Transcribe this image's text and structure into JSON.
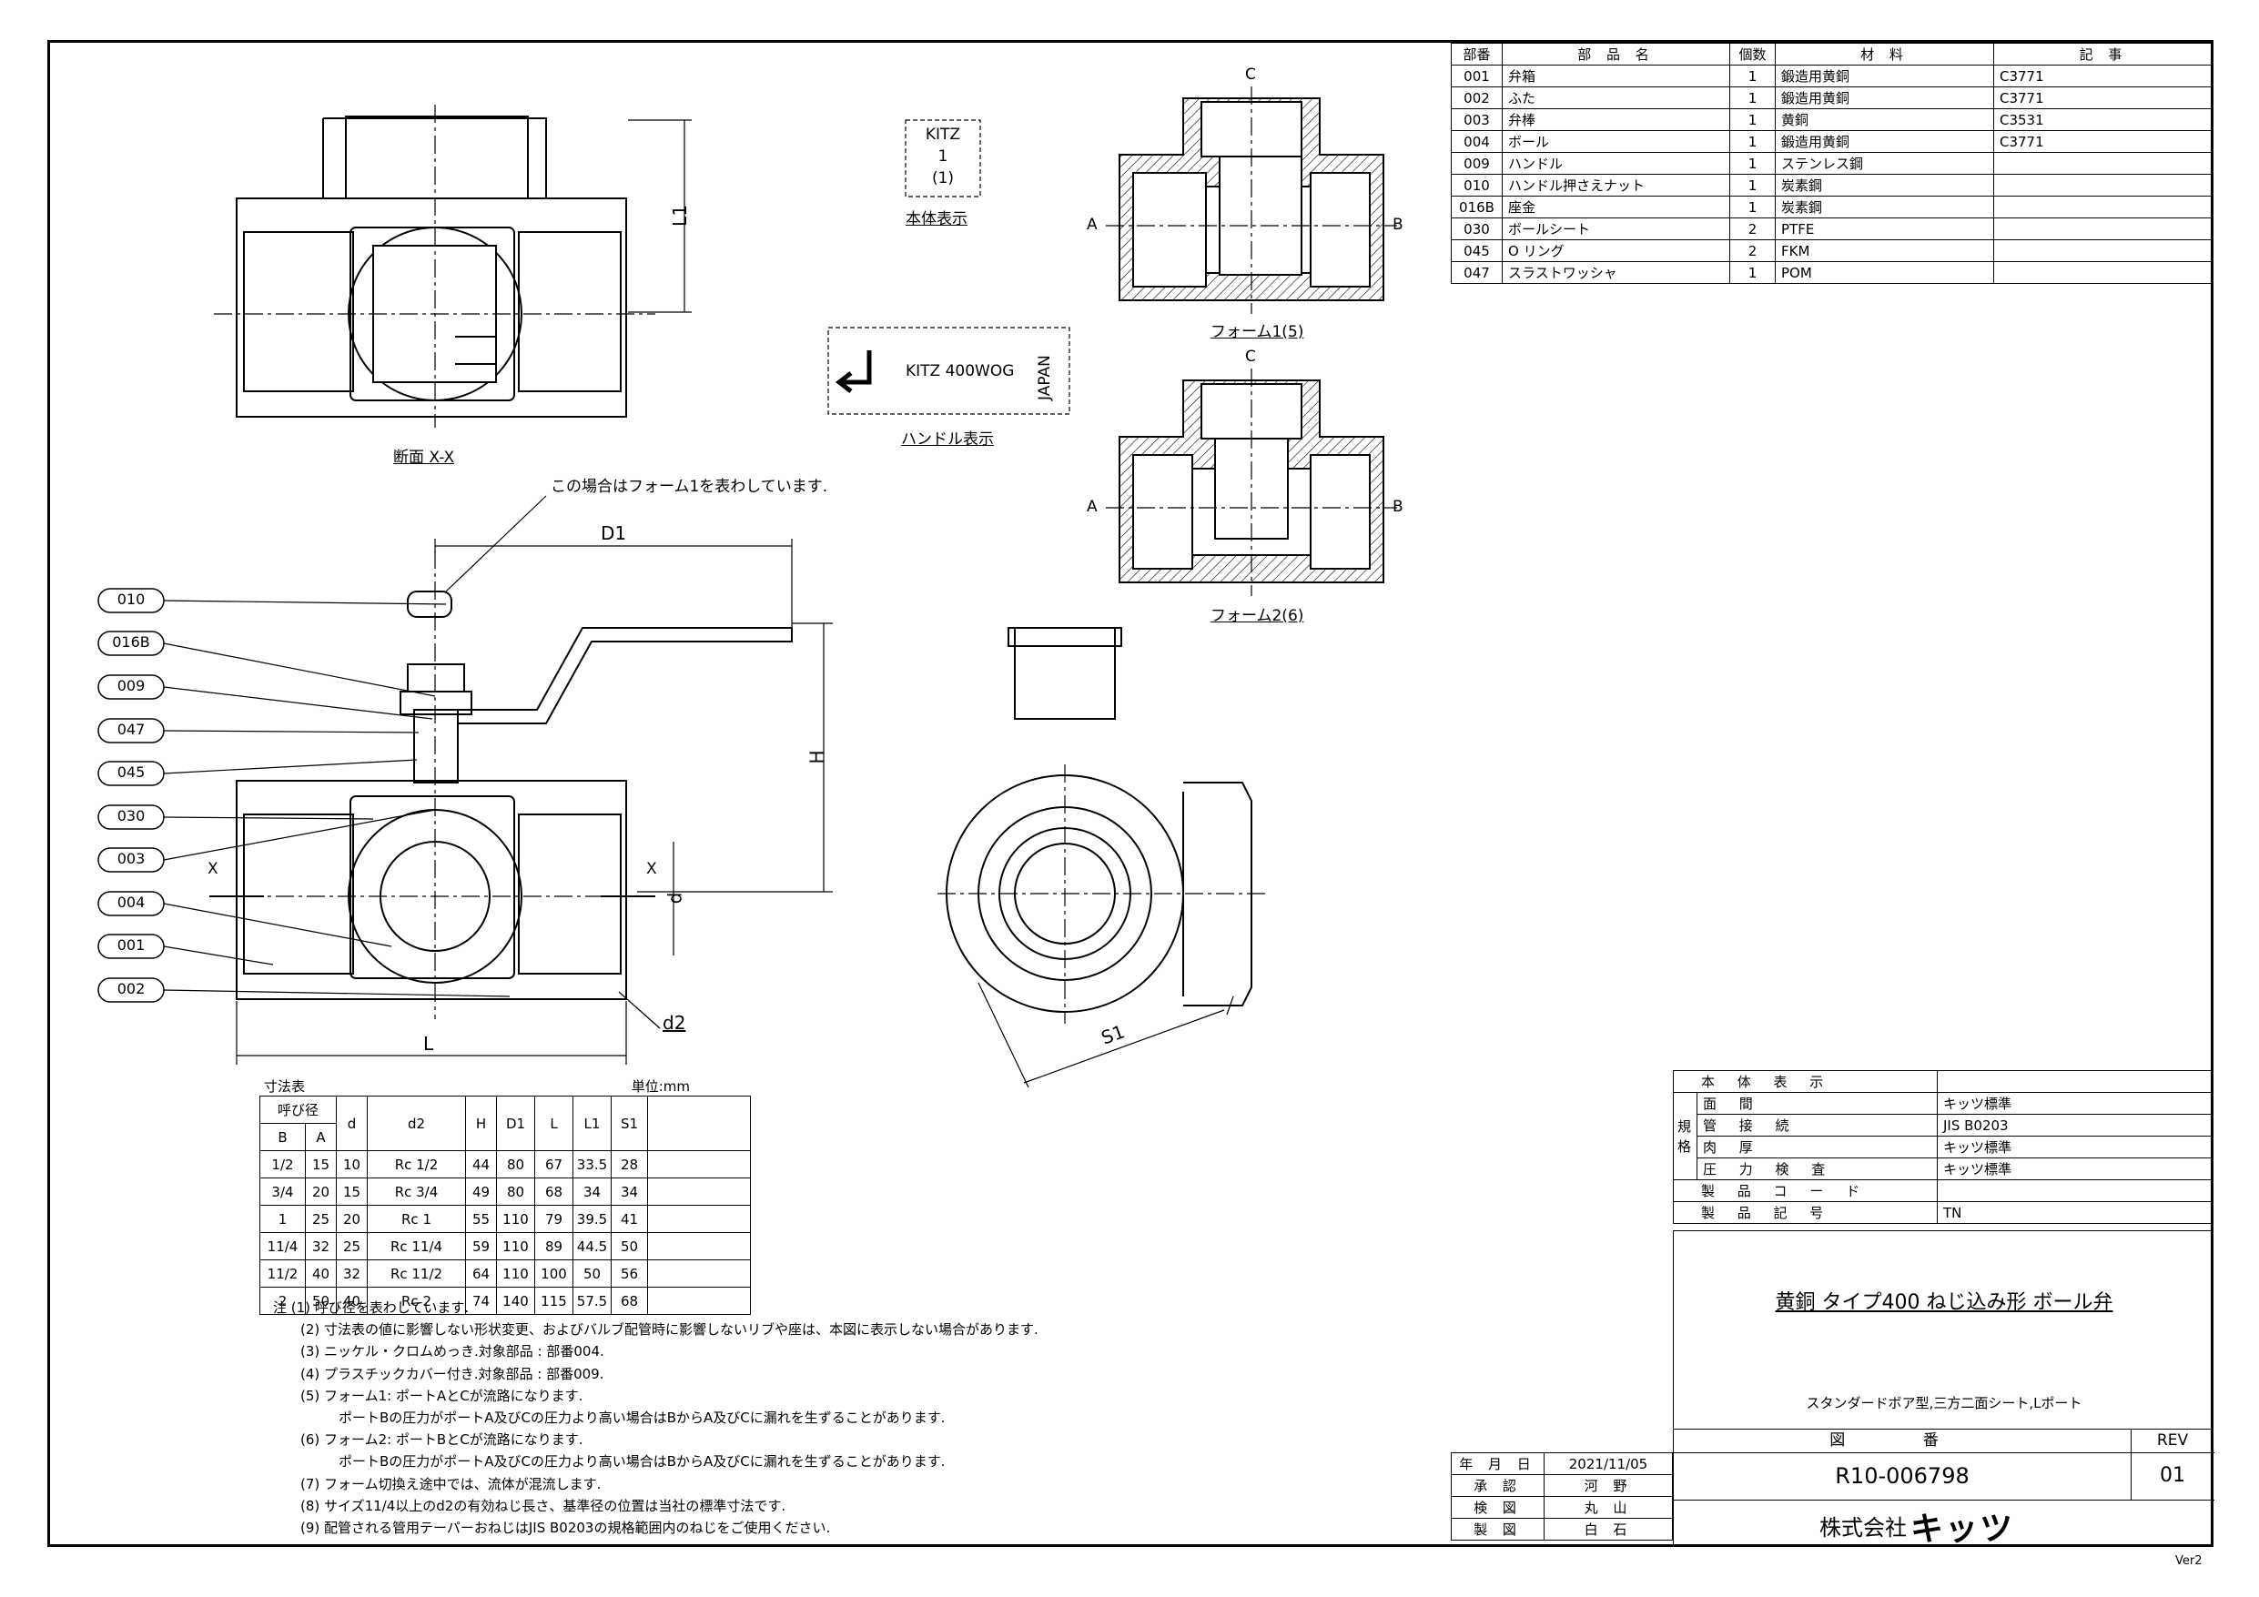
{
  "parts_table": {
    "headers": [
      "部番",
      "部 品 名",
      "個数",
      "材 料",
      "記 事"
    ],
    "rows": [
      [
        "001",
        "弁箱",
        "1",
        "鍛造用黄銅",
        "C3771"
      ],
      [
        "002",
        "ふた",
        "1",
        "鍛造用黄銅",
        "C3771"
      ],
      [
        "003",
        "弁棒",
        "1",
        "黄銅",
        "C3531"
      ],
      [
        "004",
        "ボール",
        "1",
        "鍛造用黄銅",
        "C3771"
      ],
      [
        "009",
        "ハンドル",
        "1",
        "ステンレス鋼",
        ""
      ],
      [
        "010",
        "ハンドル押さえナット",
        "1",
        "炭素鋼",
        ""
      ],
      [
        "016B",
        "座金",
        "1",
        "炭素鋼",
        ""
      ],
      [
        "030",
        "ボールシート",
        "2",
        "PTFE",
        ""
      ],
      [
        "045",
        "O リング",
        "2",
        "FKM",
        ""
      ],
      [
        "047",
        "スラストワッシャ",
        "1",
        "POM",
        ""
      ]
    ]
  },
  "views": {
    "section_label": "断面 X-X",
    "body_mark_lines": [
      "KITZ",
      "1",
      "(1)"
    ],
    "body_mark_caption": "本体表示",
    "handle_mark_text": "KITZ  400WOG",
    "handle_mark_side": "JAPAN",
    "handle_mark_caption": "ハンドル表示",
    "form1_caption": "フォーム1(5)",
    "form2_caption": "フォーム2(6)",
    "port_a": "A",
    "port_b": "B",
    "port_c": "C",
    "form_note": "この場合はフォーム1を表わしています.",
    "dims": {
      "d1": "D1",
      "h": "H",
      "l": "L",
      "l1": "L1",
      "d": "d",
      "d2": "d2",
      "s1": "S1",
      "x": "X"
    },
    "balloons": [
      "010",
      "016B",
      "009",
      "047",
      "045",
      "030",
      "003",
      "004",
      "001",
      "002"
    ]
  },
  "dim_table": {
    "caption": "寸法表",
    "unit": "単位:mm",
    "nominal": "呼び径",
    "headers": [
      "B",
      "A",
      "d",
      "d2",
      "H",
      "D1",
      "L",
      "L1",
      "S1"
    ],
    "rows": [
      [
        "1/2",
        "15",
        "10",
        "Rc 1/2",
        "44",
        "80",
        "67",
        "33.5",
        "28"
      ],
      [
        "3/4",
        "20",
        "15",
        "Rc 3/4",
        "49",
        "80",
        "68",
        "34",
        "34"
      ],
      [
        "1",
        "25",
        "20",
        "Rc 1",
        "55",
        "110",
        "79",
        "39.5",
        "41"
      ],
      [
        "11/4",
        "32",
        "25",
        "Rc 11/4",
        "59",
        "110",
        "89",
        "44.5",
        "50"
      ],
      [
        "11/2",
        "40",
        "32",
        "Rc 11/2",
        "64",
        "110",
        "100",
        "50",
        "56"
      ],
      [
        "2",
        "50",
        "40",
        "Rc 2",
        "74",
        "140",
        "115",
        "57.5",
        "68"
      ]
    ]
  },
  "notes": [
    "注 (1) 呼び径を表わしています.",
    "(2) 寸法表の値に影響しない形状変更、およびバルブ配管時に影響しないリブや座は、本図に表示しない場合があります.",
    "(3) ニッケル・クロムめっき.対象部品 : 部番004.",
    "(4) プラスチックカバー付き.対象部品 : 部番009.",
    "(5) フォーム1: ポートAとCが流路になります.",
    "ポートBの圧力がポートA及びCの圧力より高い場合はBからA及びCに漏れを生ずることがあります.",
    "(6) フォーム2: ポートBとCが流路になります.",
    "ポートBの圧力がポートA及びCの圧力より高い場合はBからA及びCに漏れを生ずることがあります.",
    "(7) フォーム切換え途中では、流体が混流します.",
    "(8) サイズ11/4以上のd2の有効ねじ長さ、基準径の位置は当社の標準寸法です.",
    "(9) 配管される管用テーパーおねじはJIS B0203の規格範囲内のねじをご使用ください."
  ],
  "spec_table": {
    "body_mark": "本 体 表 示",
    "spec_group": "規格",
    "rows": [
      [
        "面 間",
        "キッツ標準"
      ],
      [
        "管 接 続",
        "JIS B0203"
      ],
      [
        "肉 厚",
        "キッツ標準"
      ],
      [
        "圧 力 検 査",
        "キッツ標準"
      ]
    ],
    "product_code": "製 品 コ ー ド",
    "product_code_value": "",
    "product_mark": "製 品 記 号",
    "product_mark_value": "TN"
  },
  "title_block": {
    "title": "黄銅 タイプ400 ねじ込み形 ボール弁",
    "subtitle": "スタンダードボア型,三方二面シート,Lポート",
    "drawing_label": "図 番",
    "rev_label": "REV",
    "drawing_no": "R10-006798",
    "rev": "01",
    "company": "株式会社",
    "logo": "キッツ",
    "version": "Ver2"
  },
  "revision": [
    [
      "年 月 日",
      "2021/11/05"
    ],
    [
      "承 認",
      "河 野"
    ],
    [
      "検 図",
      "丸 山"
    ],
    [
      "製 図",
      "白 石"
    ]
  ]
}
